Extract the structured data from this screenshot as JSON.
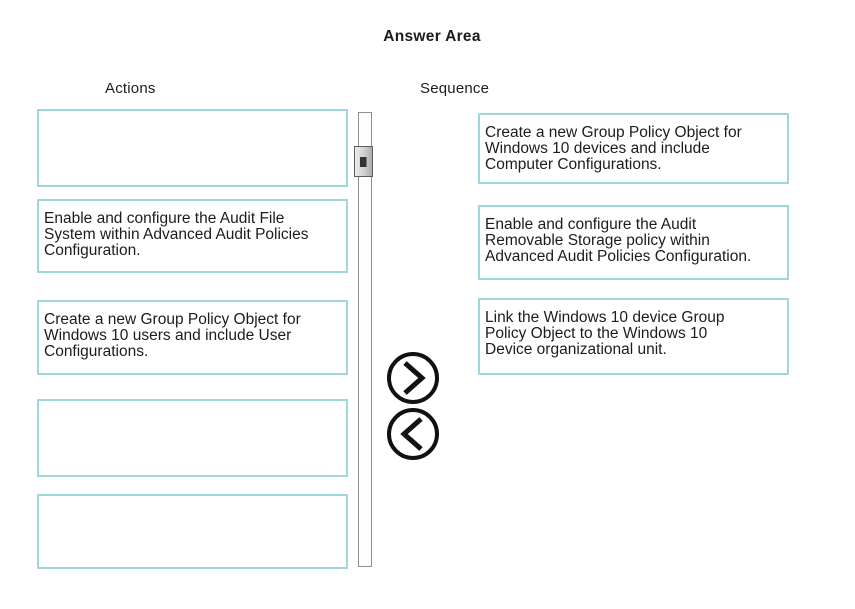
{
  "title": "Answer Area",
  "actions_column": {
    "header": "Actions",
    "items": [
      {
        "text": ""
      },
      {
        "text": "Enable and configure the Audit File\nSystem within Advanced Audit Policies\nConfiguration."
      },
      {
        "text": "Create a new Group Policy Object for\nWindows 10 users and include User\nConfigurations."
      },
      {
        "text": ""
      },
      {
        "text": ""
      }
    ]
  },
  "sequence_column": {
    "header": "Sequence",
    "items": [
      {
        "text": "Create a new Group Policy Object for\nWindows 10 devices and include\nComputer Configurations."
      },
      {
        "text": "Enable and configure the Audit\nRemovable Storage policy within\nAdvanced Audit Policies Configuration."
      },
      {
        "text": "Link the Windows 10 device Group\nPolicy Object to the Windows 10\nDevice organizational unit."
      }
    ]
  },
  "controls": {
    "move_right_icon": "chevron-right",
    "move_left_icon": "chevron-left",
    "scrollbar": "vertical-scrollbar"
  },
  "colors": {
    "box_border": "#9fd6dc",
    "track_border": "#8f8f8f",
    "arrow_color": "#111111",
    "text_color": "#1c1c1c"
  }
}
